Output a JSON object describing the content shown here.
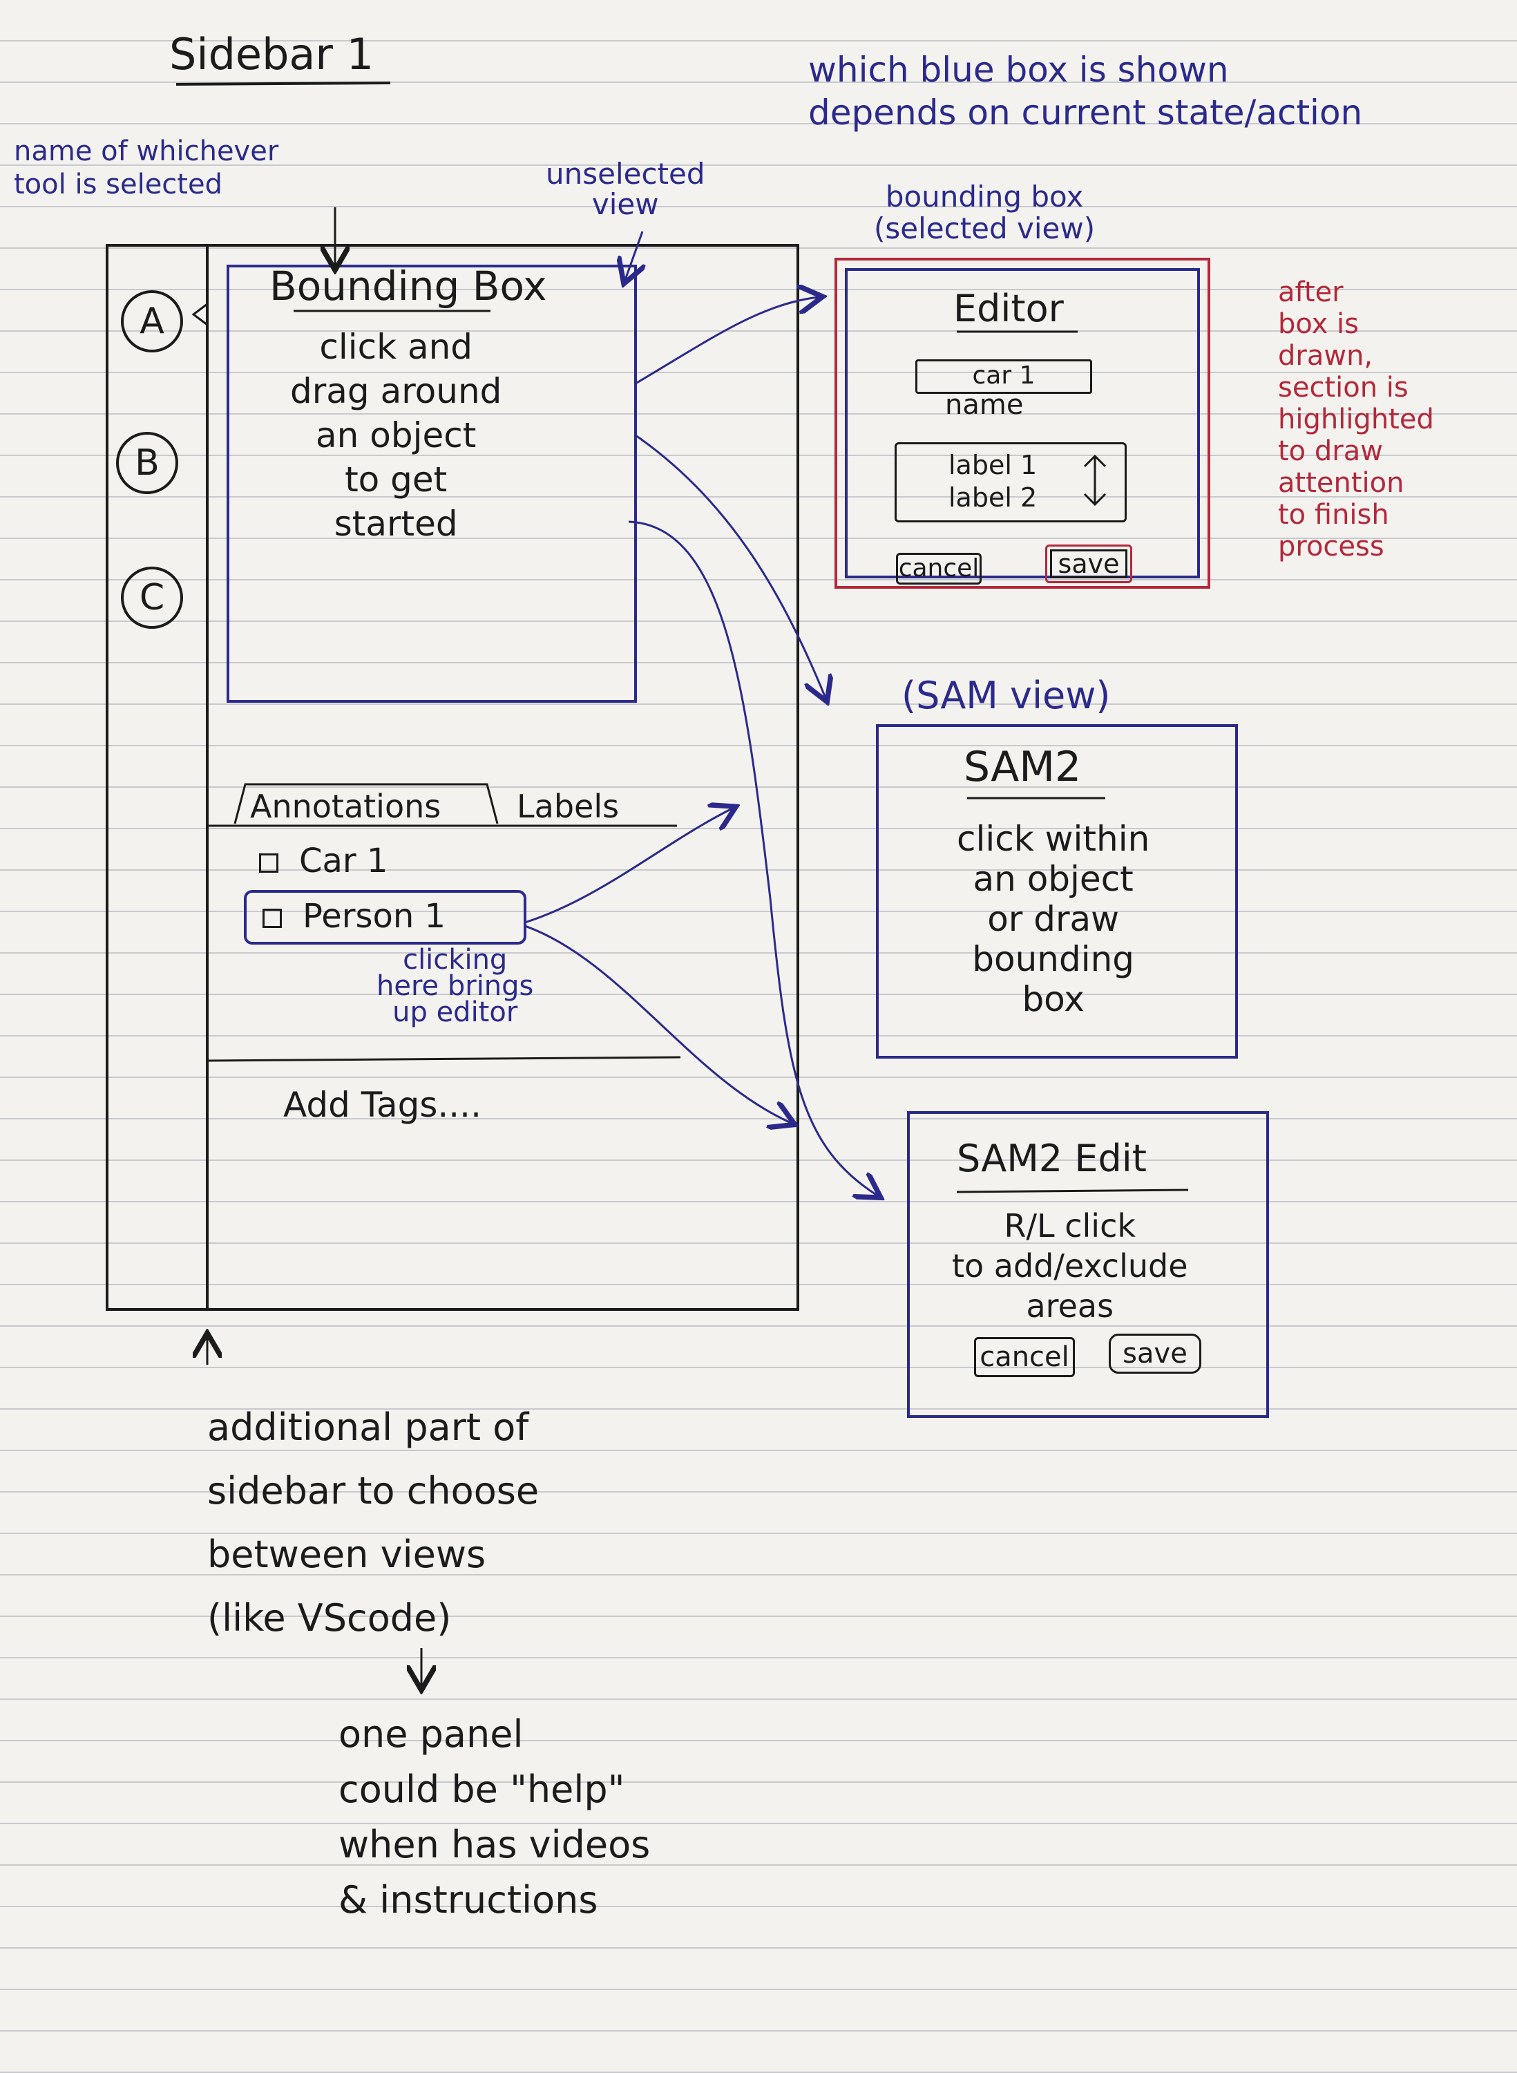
{
  "title": "Sidebar 1",
  "notes": {
    "blue_box": "which blue box is shown\ndepends on current state/action",
    "tool_name": "name of whichever\ntool is selected",
    "unselected": "unselected\nview",
    "bbox_selected": "bounding box\n(selected view)",
    "after_box": "after\nbox is\ndrawn,\nsection is\nhighlighted\nto draw\nattention\nto finish\nprocess",
    "sam_view": "(SAM view)",
    "clicking": "clicking\nhere brings\nup editor",
    "additional": "additional part of\nsidebar to choose\nbetween views\n(like VScode)",
    "help": "one panel\ncould be \"help\"\nwhen has videos\n& instructions"
  },
  "sidebar": {
    "rail_items": [
      "A",
      "B",
      "C"
    ],
    "tool_panel": {
      "title": "Bounding Box",
      "instruction": "click and\ndrag around\nan object\nto get\nstarted"
    },
    "tabs": [
      "Annotations",
      "Labels"
    ],
    "annotations": [
      "Car 1",
      "Person 1"
    ],
    "add_tags": "Add Tags...."
  },
  "editor": {
    "title": "Editor",
    "name_value": "car 1",
    "name_label": "name",
    "labels": [
      "label 1",
      "label 2"
    ],
    "cancel": "cancel",
    "save": "save"
  },
  "sam": {
    "title": "SAM2",
    "instruction": "click within\nan object\nor draw\nbounding\nbox"
  },
  "sam_edit": {
    "title": "SAM2 Edit",
    "instruction": "R/L click\nto add/exclude\nareas",
    "cancel": "cancel",
    "save": "save"
  },
  "colors": {
    "blue": "#2b2a8c",
    "red": "#b3283b",
    "black": "#1b1b1b"
  }
}
